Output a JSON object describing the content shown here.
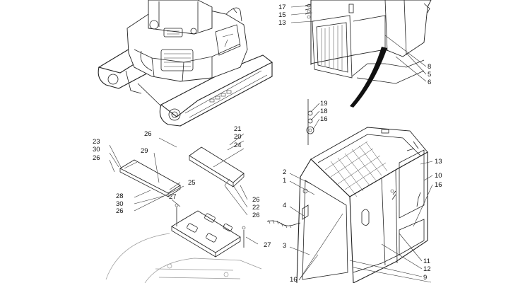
{
  "callouts": {
    "n1": "1",
    "n2": "2",
    "n3": "3",
    "n4": "4",
    "n5": "5",
    "n6": "6",
    "n8": "8",
    "n9": "9",
    "n10": "10",
    "n11": "11",
    "n12": "12",
    "n13a": "13",
    "n13b": "13",
    "n15": "15",
    "n16a": "16",
    "n16b": "16",
    "n16c": "16",
    "n17": "17",
    "n18": "18",
    "n19": "19",
    "n20": "20",
    "n21": "21",
    "n22": "22",
    "n23": "23",
    "n24": "24",
    "n25": "25",
    "n26a": "26",
    "n26b": "26",
    "n26c": "26",
    "n26d": "26",
    "n26e": "26",
    "n27a": "27",
    "n27b": "27",
    "n28": "28",
    "n29": "29",
    "n30a": "30",
    "n30b": "30"
  }
}
